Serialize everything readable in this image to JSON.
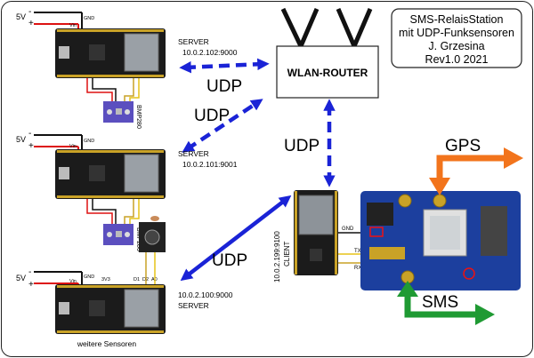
{
  "title_box": {
    "line1": "SMS-RelaisStation",
    "line2": "mit UDP-Funksensoren",
    "line3": "J. Grzesina",
    "line4": "Rev1.0  2021"
  },
  "router": {
    "label": "WLAN-ROUTER"
  },
  "servers": [
    {
      "role": "SERVER",
      "address": "10.0.2.102:9000"
    },
    {
      "role": "SERVER",
      "address": "10.0.2.101:9001"
    },
    {
      "role": "SERVER",
      "address": "10.0.2.100:9000"
    }
  ],
  "client": {
    "role": "CLIENT",
    "address": "10.0.2.199:9100"
  },
  "protocol_labels": {
    "udp": "UDP"
  },
  "sensors": {
    "bmp280": "BMP280",
    "more": "weitere Sensoren"
  },
  "power": {
    "volt": "5V",
    "minus": "-",
    "plus": "+"
  },
  "pins": {
    "gnd": "GND",
    "vin": "Vin",
    "v33": "3V3",
    "d1": "D1",
    "d2": "D2",
    "a0": "A0",
    "tx": "TX",
    "rx": "RX"
  },
  "gsm": {
    "gps": "GPS",
    "sms": "SMS"
  },
  "colors": {
    "udp_arrow": "#1a23d6",
    "gps_arrow": "#f2741c",
    "sms_arrow": "#1f9a33",
    "pcb": "#1c3f9e",
    "board": "#1b1b1b",
    "sensor": "#5b4fbf"
  }
}
